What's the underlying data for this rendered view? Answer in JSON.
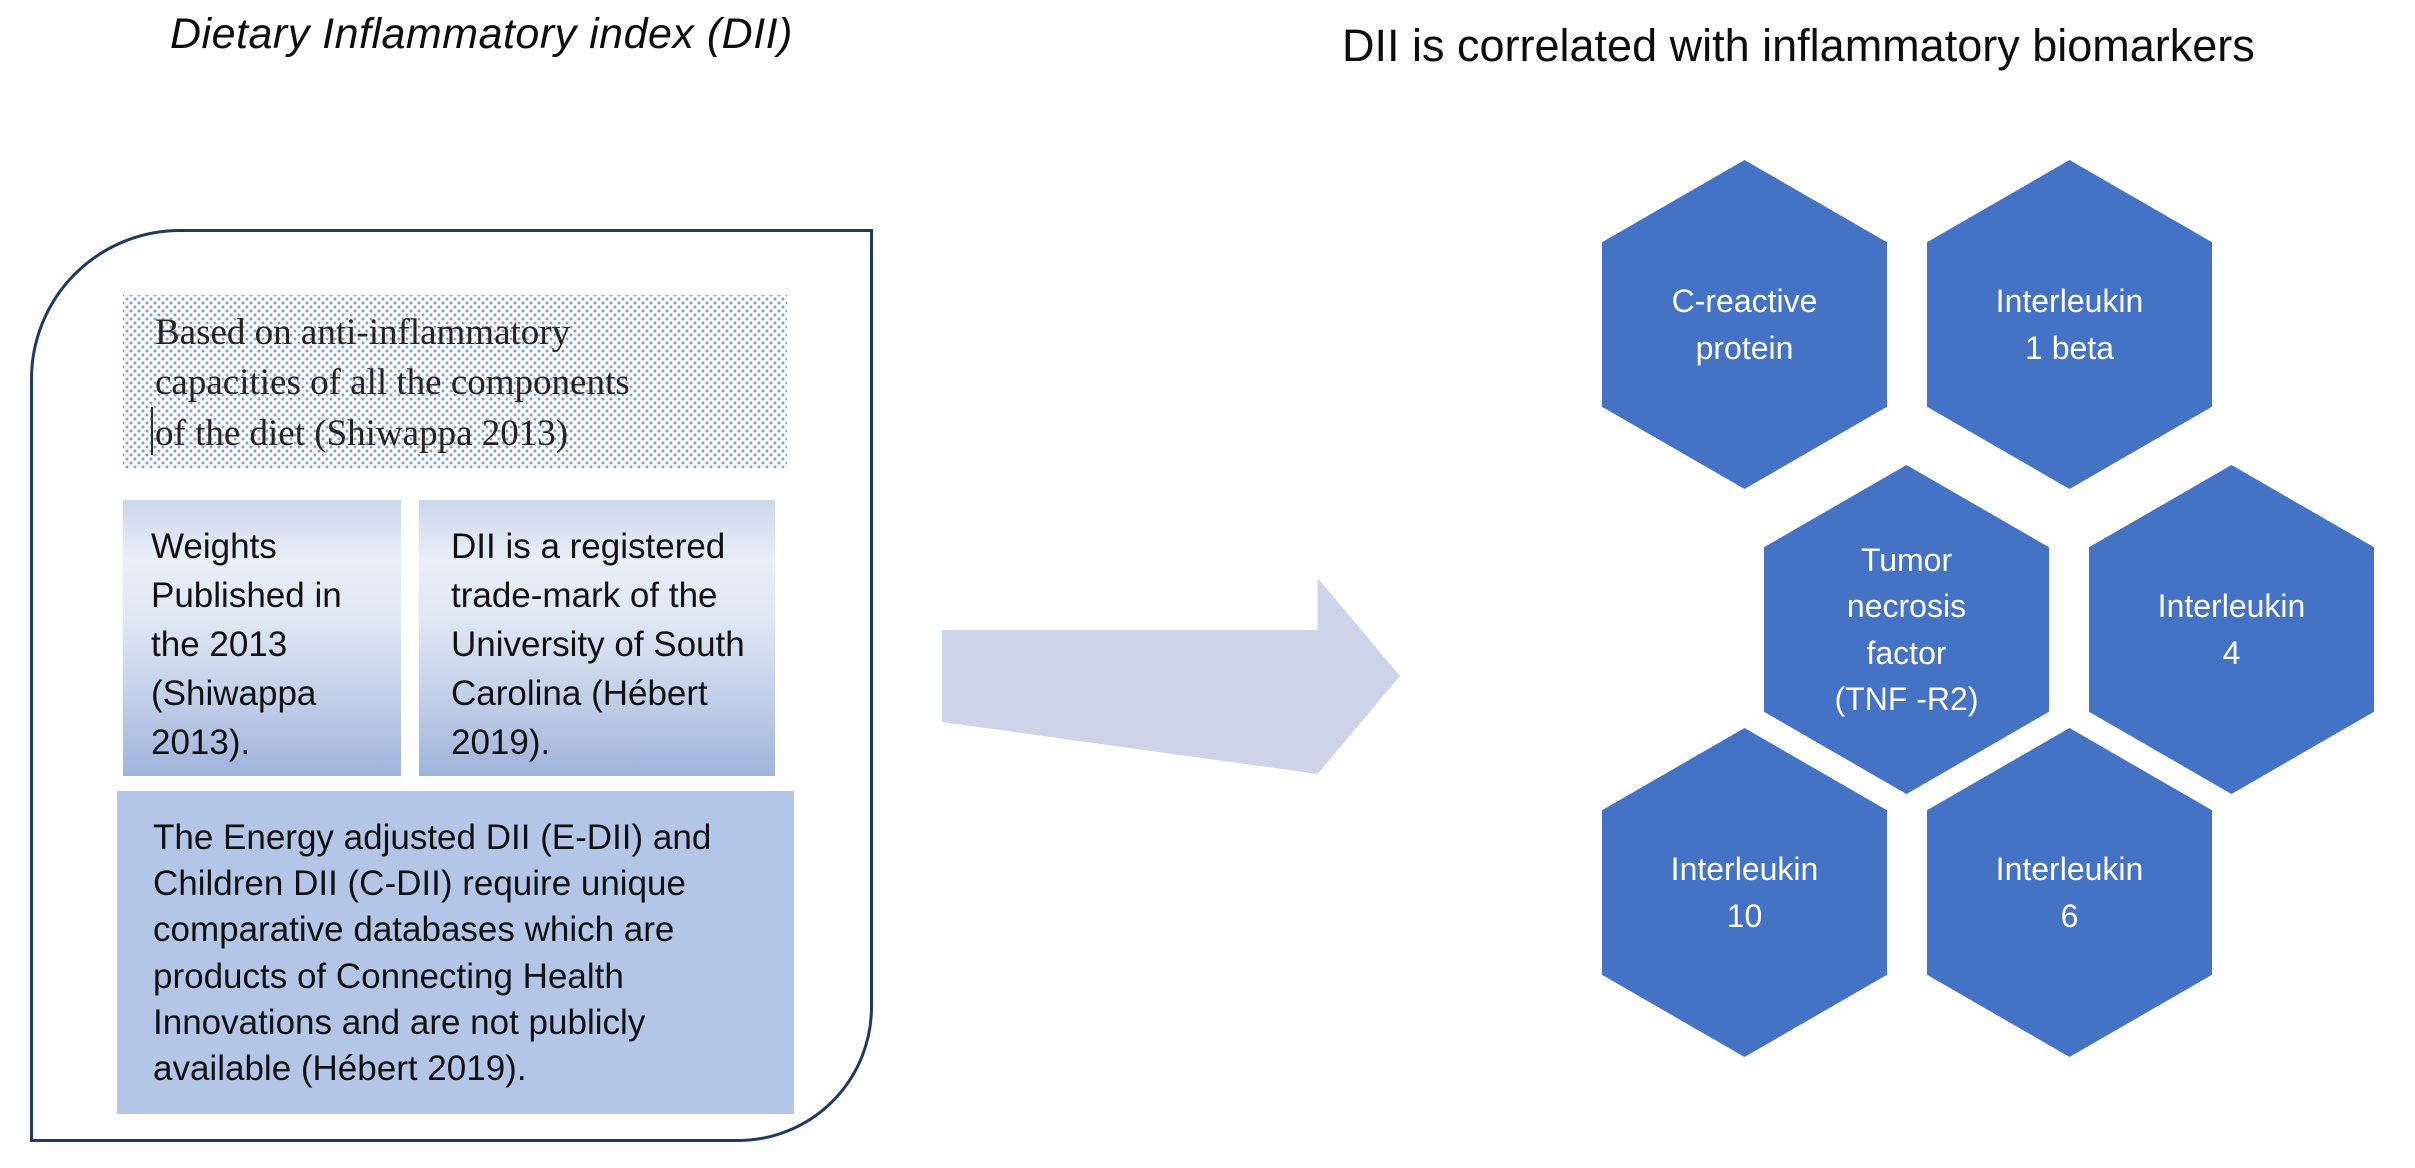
{
  "titles": {
    "left": "Dietary Inflammatory index (DII)",
    "right": "DII is correlated with inflammatory biomarkers"
  },
  "left_panel": {
    "definition_box": {
      "lines": [
        "Based on anti-inflammatory",
        "capacities of all the components",
        "of the diet (Shiwappa 2013)"
      ]
    },
    "weights_box": {
      "lines": [
        "Weights",
        "Published in",
        "the 2013",
        "(Shiwappa",
        "2013)."
      ]
    },
    "trademark_box": {
      "lines": [
        "DII is a registered",
        "trade-mark of the",
        "University of South",
        "Carolina (Hébert",
        "2019)."
      ]
    },
    "energy_box": {
      "lines": [
        "The Energy adjusted DII (E-DII) and",
        "Children DII (C-DII) require unique",
        "comparative databases which are",
        "products of Connecting Health",
        "Innovations and are not publicly",
        "available (Hébert 2019)."
      ]
    }
  },
  "arrow": {
    "direction": "right"
  },
  "hexagons": [
    {
      "name": "C-reactive protein",
      "lines": [
        "C-reactive",
        "protein"
      ]
    },
    {
      "name": "Interleukin 1 beta",
      "lines": [
        "Interleukin",
        "1 beta"
      ]
    },
    {
      "name": "Tumor necrosis factor (TNF -R2)",
      "lines": [
        "Tumor",
        "necrosis",
        "factor",
        "(TNF -R2)"
      ]
    },
    {
      "name": "Interleukin 4",
      "lines": [
        "Interleukin",
        "4"
      ]
    },
    {
      "name": "Interleukin 10",
      "lines": [
        "Interleukin",
        "10"
      ]
    },
    {
      "name": "Interleukin 6",
      "lines": [
        "Interleukin",
        "6"
      ]
    }
  ],
  "colors": {
    "hexagon_fill": "#4472c4",
    "hexagon_text": "#ffffff",
    "arrow_fill": "#cdd4e9",
    "panel_border": "#1f3864",
    "solid_box_fill": "#b4c6e7",
    "gradient_box_top": "#ccd7ec",
    "gradient_box_bottom": "#9fb3da",
    "dotted_pattern_dot": "#7e9ace",
    "title_text": "#0d0d0d"
  }
}
